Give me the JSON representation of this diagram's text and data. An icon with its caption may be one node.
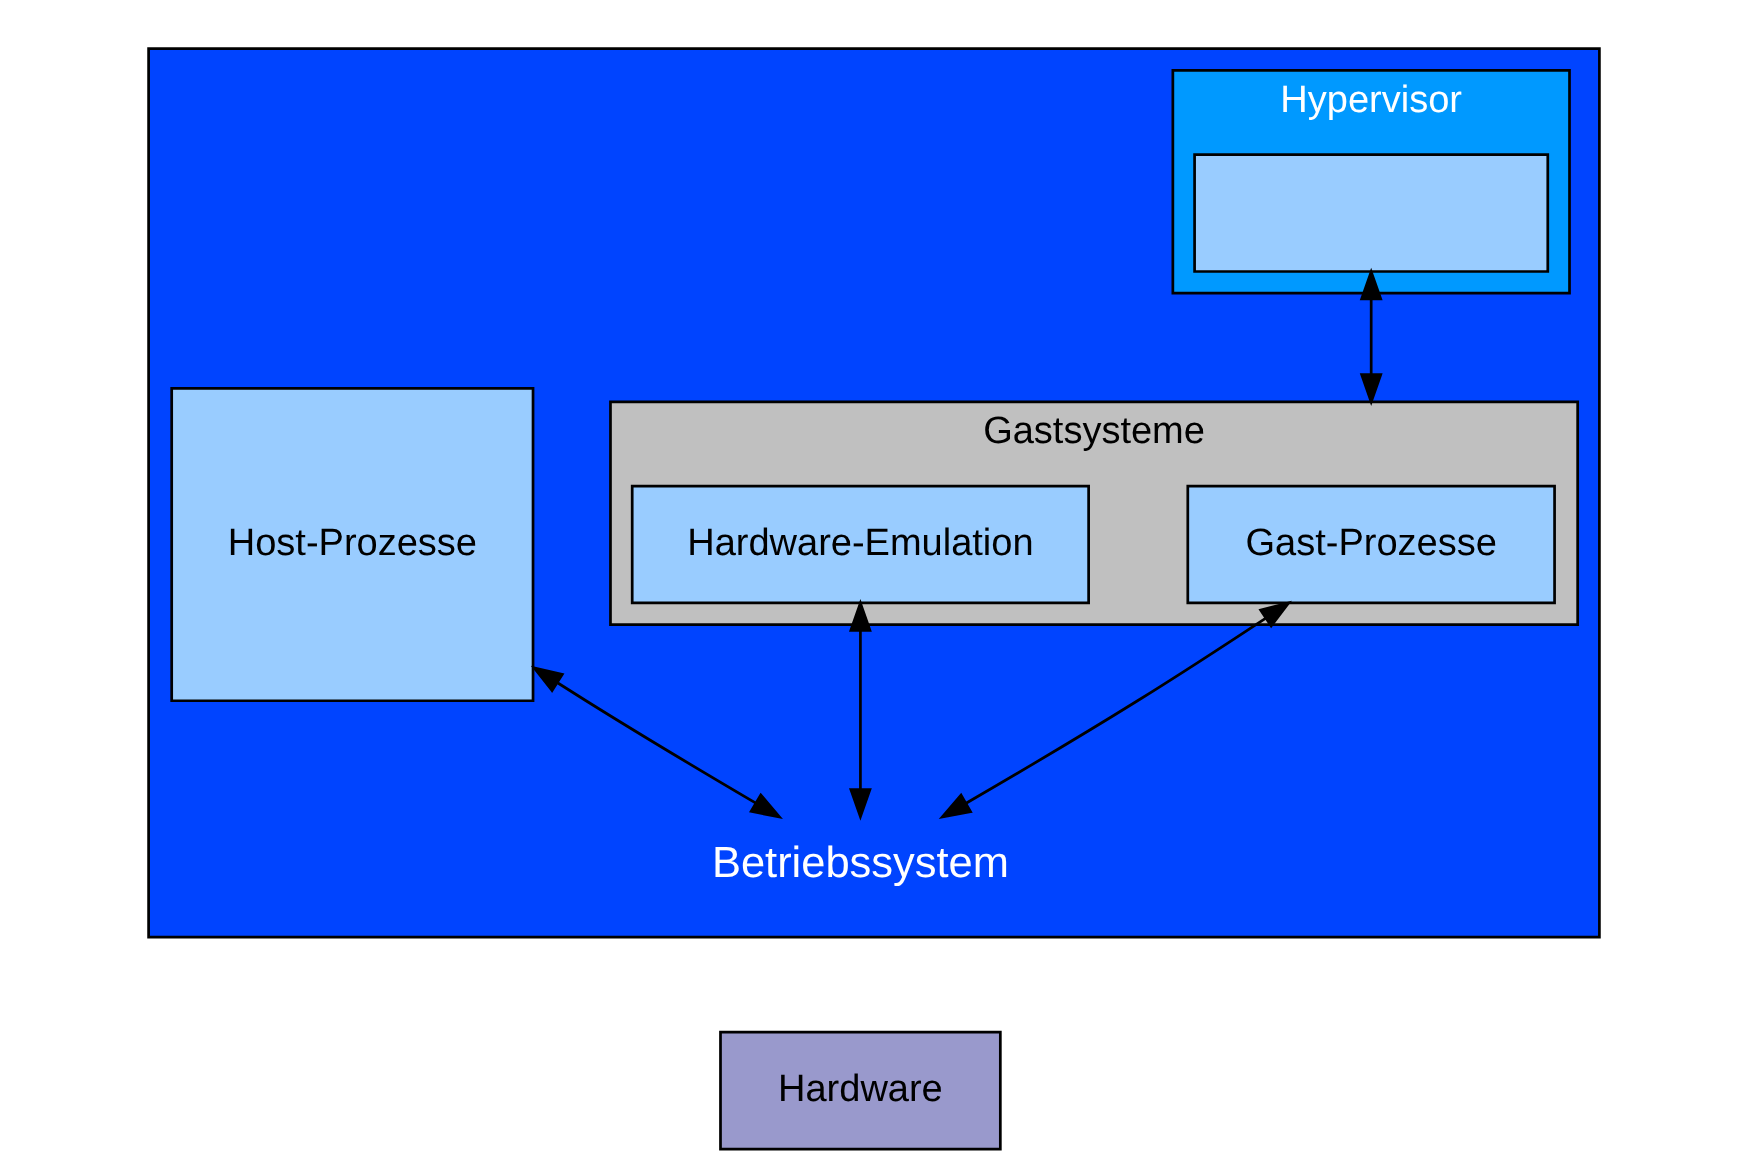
{
  "diagram": {
    "nodes": [
      {
        "text": [
          "Betriebssystem"
        ]
      },
      {
        "text": [
          "Hypervisor"
        ],
        "in": 0
      },
      {
        "text": [],
        "shape": "box",
        "in": 1
      },
      {
        "text": [
          "Gastsysteme"
        ],
        "in": 0
      },
      {
        "text": [
          "Gast-Prozesse"
        ],
        "in": 3
      },
      {
        "text": [
          "Hardware-Emulation"
        ],
        "in": 3
      },
      {
        "text": [
          "Host-Prozesse"
        ],
        "in": 0
      },
      {
        "text": [
          "Hardware"
        ]
      }
    ],
    "edges": [
      {
        "from": 2,
        "to": 3,
        "arrow": "both"
      },
      {
        "from": 5,
        "to": 0,
        "arrow": "both"
      },
      {
        "from": 4,
        "to": 0,
        "arrow": "both"
      },
      {
        "from": 6,
        "to": 0,
        "arrow": "both"
      }
    ]
  }
}
